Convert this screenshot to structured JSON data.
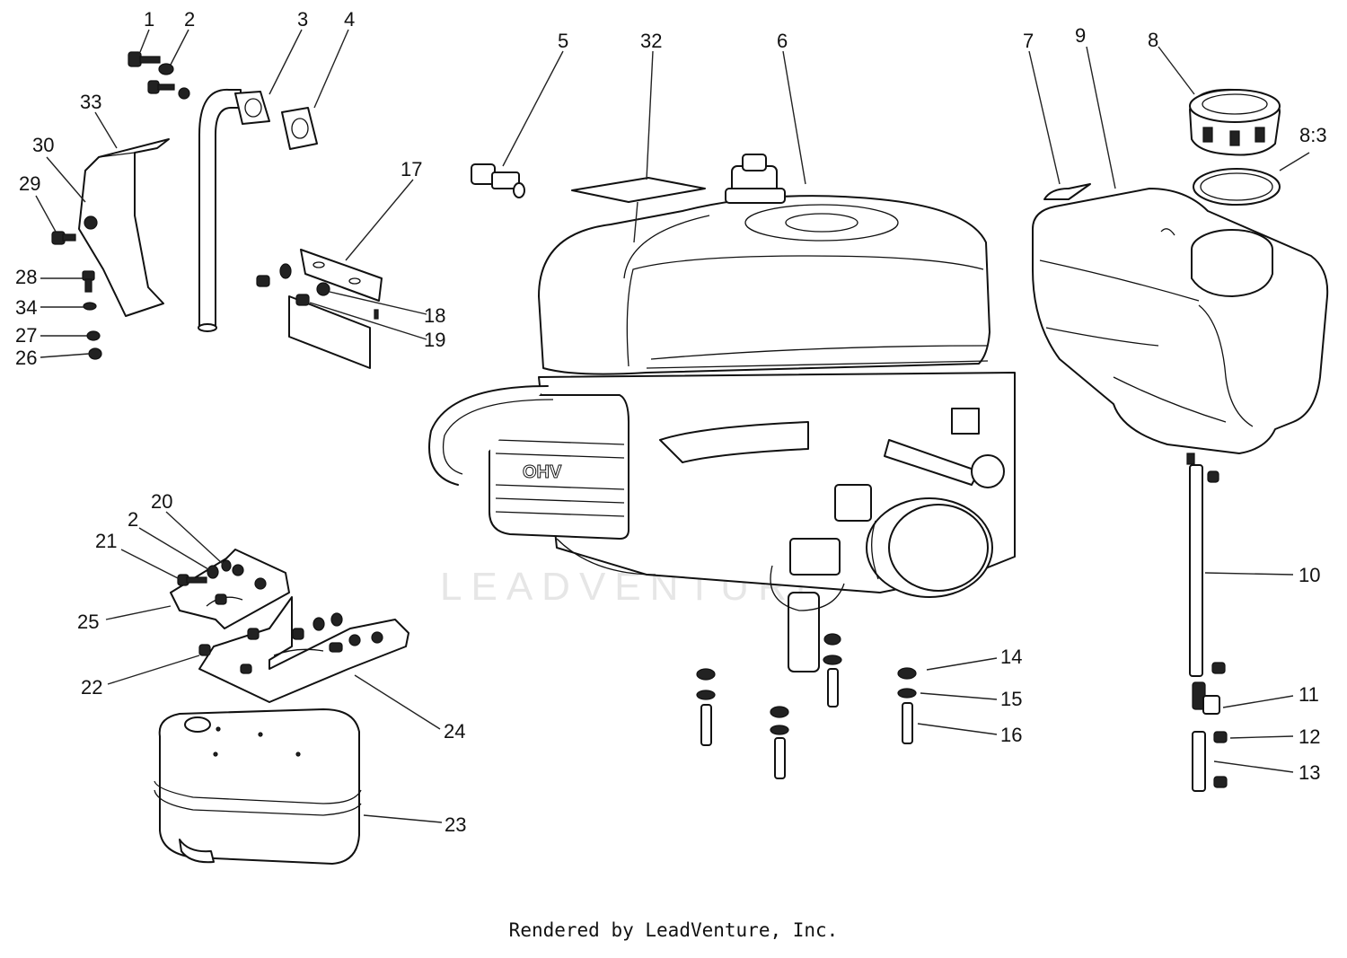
{
  "diagram": {
    "watermark": "LEADVENTURE",
    "engine_badge": "OHV",
    "callouts": [
      {
        "id": "c1",
        "label": "1"
      },
      {
        "id": "c2a",
        "label": "2"
      },
      {
        "id": "c3",
        "label": "3"
      },
      {
        "id": "c4",
        "label": "4"
      },
      {
        "id": "c5",
        "label": "5"
      },
      {
        "id": "c32",
        "label": "32"
      },
      {
        "id": "c6",
        "label": "6"
      },
      {
        "id": "c7",
        "label": "7"
      },
      {
        "id": "c9",
        "label": "9"
      },
      {
        "id": "c8",
        "label": "8"
      },
      {
        "id": "c83",
        "label": "8:3"
      },
      {
        "id": "c33",
        "label": "33"
      },
      {
        "id": "c30",
        "label": "30"
      },
      {
        "id": "c29",
        "label": "29"
      },
      {
        "id": "c17",
        "label": "17"
      },
      {
        "id": "c28",
        "label": "28"
      },
      {
        "id": "c34",
        "label": "34"
      },
      {
        "id": "c27",
        "label": "27"
      },
      {
        "id": "c26",
        "label": "26"
      },
      {
        "id": "c18",
        "label": "18"
      },
      {
        "id": "c19",
        "label": "19"
      },
      {
        "id": "c20",
        "label": "20"
      },
      {
        "id": "c2b",
        "label": "2"
      },
      {
        "id": "c21",
        "label": "21"
      },
      {
        "id": "c25",
        "label": "25"
      },
      {
        "id": "c22",
        "label": "22"
      },
      {
        "id": "c24",
        "label": "24"
      },
      {
        "id": "c23",
        "label": "23"
      },
      {
        "id": "c10",
        "label": "10"
      },
      {
        "id": "c14",
        "label": "14"
      },
      {
        "id": "c15",
        "label": "15"
      },
      {
        "id": "c16",
        "label": "16"
      },
      {
        "id": "c11",
        "label": "11"
      },
      {
        "id": "c12",
        "label": "12"
      },
      {
        "id": "c13",
        "label": "13"
      }
    ]
  },
  "footer": {
    "text": "Rendered by LeadVenture, Inc."
  }
}
